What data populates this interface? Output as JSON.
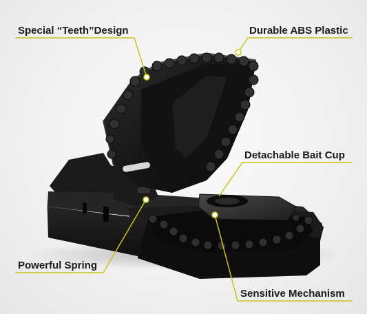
{
  "product": {
    "name": "mouse trap",
    "colors": {
      "body": "#141414",
      "highlight": "#3a3a3a",
      "accent_line": "#c9c31a",
      "background": "#f1f1f1"
    }
  },
  "callouts": {
    "teeth_design": "Special “Teeth”Design",
    "abs_plastic": "Durable ABS Plastic",
    "bait_cup": "Detachable Bait Cup",
    "spring": "Powerful Spring",
    "mechanism": "Sensitive Mechanism"
  }
}
